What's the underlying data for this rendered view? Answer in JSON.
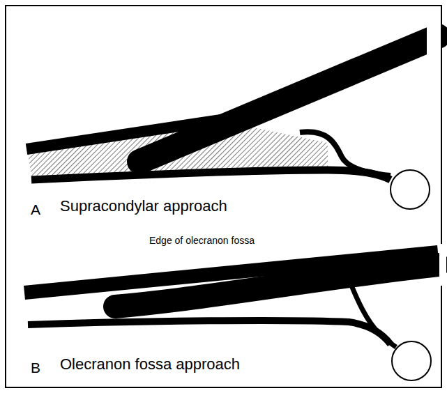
{
  "diagram": {
    "labels": [
      "A",
      "Supracondylar approach",
      "Edge of olecranon fossa",
      "B",
      "Olecranon fossa approach"
    ]
  }
}
